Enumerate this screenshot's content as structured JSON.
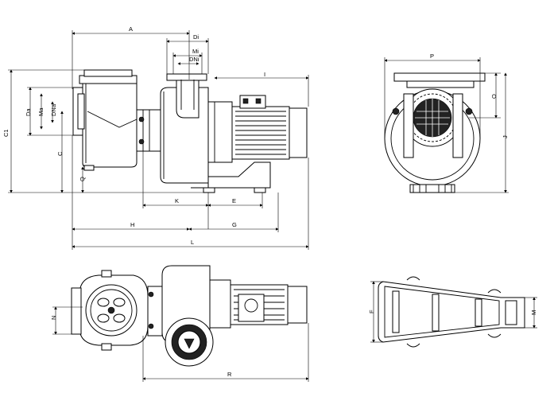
{
  "labels": {
    "A": "A",
    "Di": "Di",
    "Mi": "Mi",
    "DNi": "DNi",
    "I": "I",
    "C1": "C1",
    "Da": "Da",
    "Ma": "Ma",
    "DNa": "DNa",
    "C": "C",
    "Q": "Q",
    "K": "K",
    "E": "E",
    "H": "H",
    "G": "G",
    "L": "L",
    "P": "P",
    "O": "O",
    "J": "J",
    "N": "N",
    "R": "R",
    "F": "F",
    "M": "M"
  }
}
